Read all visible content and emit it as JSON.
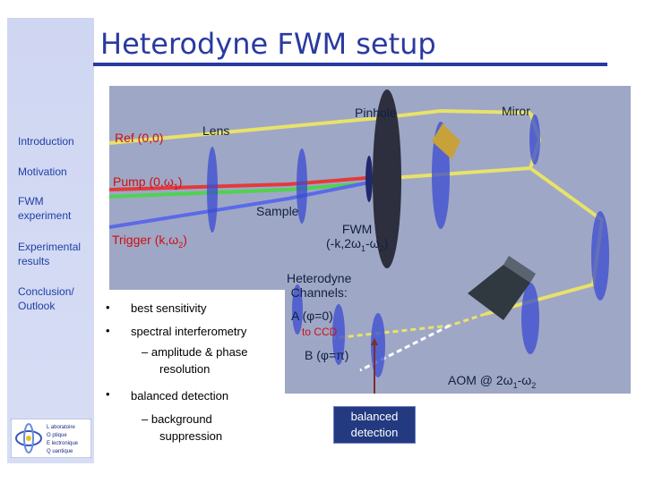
{
  "title": "Heterodyne FWM setup",
  "sidebar": {
    "items": [
      "Introduction",
      "Motivation",
      "FWM experiment",
      "Experimental results",
      "Conclusion/ Outlook"
    ]
  },
  "diagram": {
    "pinhole": "Pinhole",
    "miror": "Miror",
    "lens": "Lens",
    "ref": "Ref (0,0)",
    "pump_prefix": "Pump (0,",
    "pump_omega": "ω",
    "pump_sub": "1",
    "pump_suffix": ")",
    "sample": "Sample",
    "trigger_prefix": "Trigger (k,",
    "trigger_omega": "ω",
    "trigger_sub": "2",
    "trigger_suffix": ")",
    "fwm_line1": "FWM",
    "fwm_line2_a": "(-k,2ω",
    "fwm_line2_sub1": "1",
    "fwm_line2_b": "-ω",
    "fwm_line2_sub2": "2",
    "fwm_line2_c": ")",
    "heterodyne_line1": "Heterodyne",
    "heterodyne_line2": "Channels:",
    "channel_a": "A (φ=0)",
    "to_ccd": "to CCD",
    "channel_b": "B (φ=π)",
    "aom_a": "AOM @ 2ω",
    "aom_sub1": "1",
    "aom_b": "-ω",
    "aom_sub2": "2"
  },
  "bullets": {
    "b1": "best sensitivity",
    "b2": "spectral interferometry",
    "b2_sub": "– amplitude & phase",
    "b2_sub2": "resolution",
    "b3": "balanced detection",
    "b3_sub": "– background",
    "b3_sub2": "suppression",
    "marker": "•"
  },
  "balanced_box": {
    "line1": "balanced",
    "line2": "detection"
  },
  "logo": {
    "lines": [
      "L aboratoire",
      "O ptique",
      "E lectronique",
      "Q uantique"
    ]
  },
  "colors": {
    "title": "#2a3aa0",
    "stage": "#9fa7c6",
    "beam_yellow": "#e8e26a",
    "beam_red": "#e43a3a",
    "beam_green": "#4fd24f",
    "beam_blue": "#5a6ae8"
  }
}
